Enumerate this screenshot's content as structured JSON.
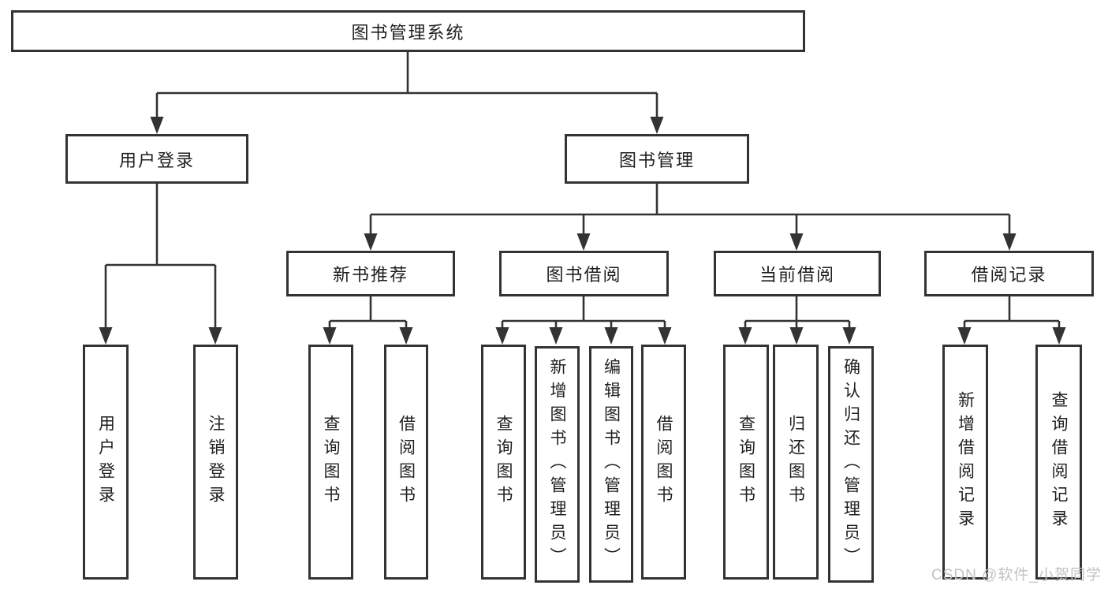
{
  "colors": {
    "line": "#333333",
    "box_border": "#333333",
    "text": "#1f1f1f",
    "background": "#ffffff",
    "watermark": "#c3c3c3"
  },
  "watermark": {
    "text": "CSDN @软件_小贺同学"
  },
  "tree": {
    "root": {
      "label": "图书管理系统"
    },
    "branches": [
      {
        "label": "用户登录",
        "children": [
          {
            "label": "用户登录"
          },
          {
            "label": "注销登录"
          }
        ]
      },
      {
        "label": "图书管理",
        "children": [
          {
            "label": "新书推荐",
            "children": [
              {
                "label": "查询图书"
              },
              {
                "label": "借阅图书"
              }
            ]
          },
          {
            "label": "图书借阅",
            "children": [
              {
                "label": "查询图书"
              },
              {
                "label": "新增图书（管理员）"
              },
              {
                "label": "编辑图书（管理员）"
              },
              {
                "label": "借阅图书"
              }
            ]
          },
          {
            "label": "当前借阅",
            "children": [
              {
                "label": "查询图书"
              },
              {
                "label": "归还图书"
              },
              {
                "label": "确认归还（管理员）"
              }
            ]
          },
          {
            "label": "借阅记录",
            "children": [
              {
                "label": "新增借阅记录"
              },
              {
                "label": "查询借阅记录"
              }
            ]
          }
        ]
      }
    ]
  }
}
